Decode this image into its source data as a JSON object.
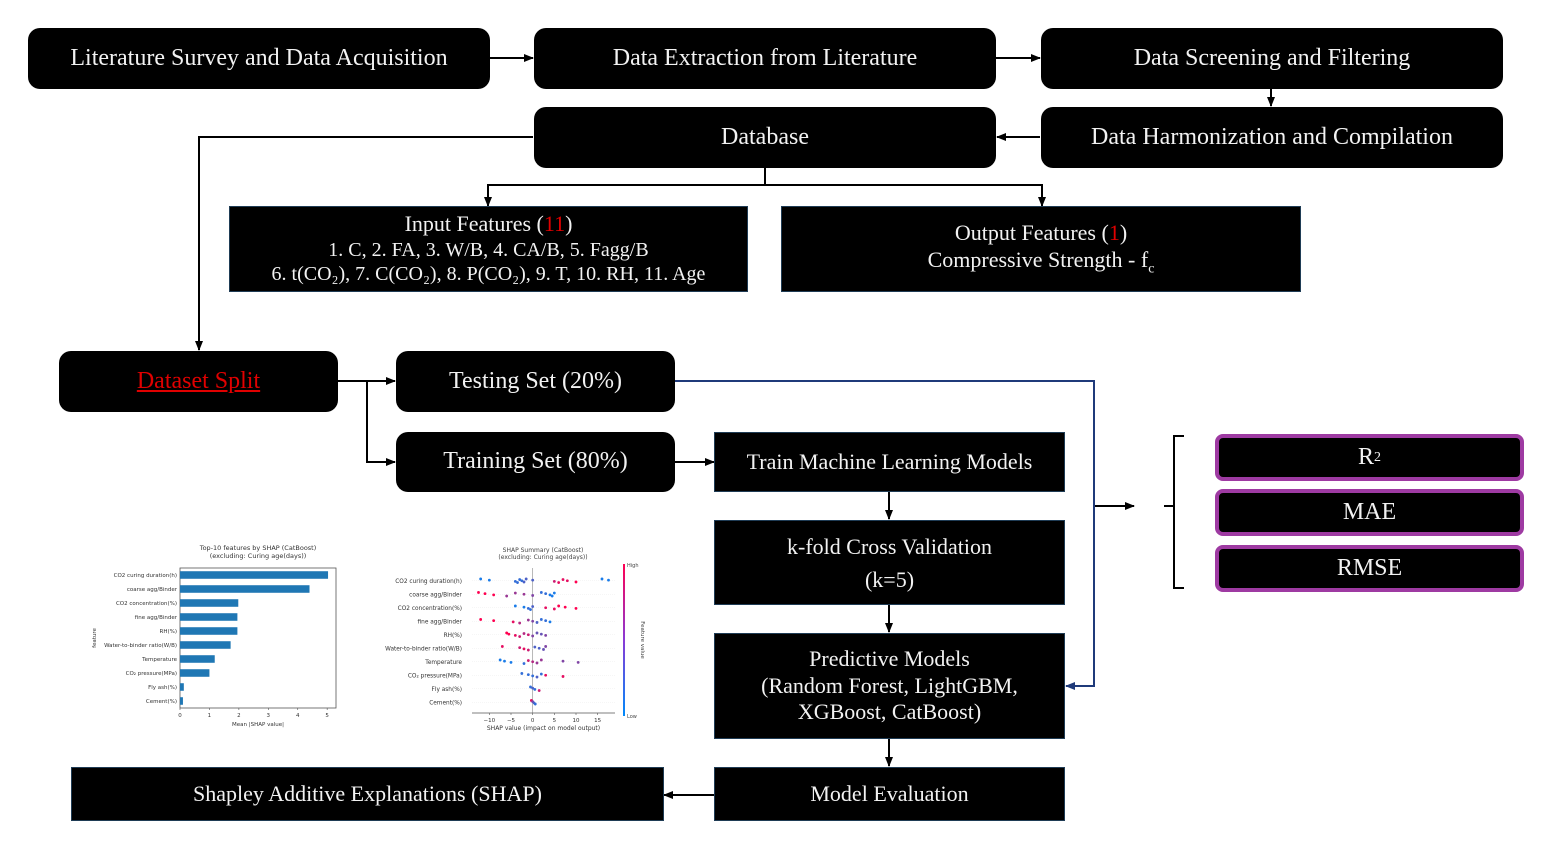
{
  "boxes": {
    "literature": "Literature Survey and Data Acquisition",
    "extraction": "Data Extraction from Literature",
    "screening": "Data Screening and Filtering",
    "database": "Database",
    "harmonization": "Data Harmonization and Compilation",
    "input_features": {
      "title": "Input Features (",
      "count": "11",
      "close": ")",
      "line1": "1. C, 2. FA, 3. W/B, 4. CA/B, 5. Fagg/B",
      "line2": "6. t(CO₂), 7. C(CO₂), 8. P(CO₂), 9. T, 10. RH, 11. Age"
    },
    "output_features": {
      "title": "Output Features (",
      "count": "1",
      "close": ")",
      "line1": "Compressive Strength - f",
      "line1_sub": "c"
    },
    "dataset_split": "Dataset Split",
    "testing_set": "Testing Set (20%)",
    "training_set": "Training Set (80%)",
    "train_models": "Train Machine Learning Models",
    "kfold": {
      "line1": "k-fold Cross Validation",
      "line2": "(k=5)"
    },
    "predictive": {
      "line1": "Predictive Models",
      "line2": "(Random Forest, LightGBM,",
      "line3": "XGBoost, CatBoost)"
    },
    "model_evaluation": "Model Evaluation",
    "shap": "Shapley Additive Explanations (SHAP)"
  },
  "metrics": [
    {
      "label": "R",
      "sup": "2"
    },
    {
      "label": "MAE",
      "sup": ""
    },
    {
      "label": "RMSE",
      "sup": ""
    }
  ],
  "colors": {
    "box_bg": "#000000",
    "box_text": "#f2f2f2",
    "highlight_red": "#e00000",
    "metric_border": "#9e3aa2",
    "test_line": "#1f3a7a",
    "bar_blue": "#1f77b4"
  },
  "chart_data": [
    {
      "type": "bar",
      "orientation": "horizontal",
      "title": "Top-10 features by SHAP (CatBoost)",
      "subtitle": "(excluding: Curing age(days))",
      "xlabel": "Mean |SHAP value|",
      "ylabel": "feature",
      "categories": [
        "CO2 curing duration(h)",
        "coarse agg/Binder",
        "CO2 concentration(%)",
        "fine agg/Binder",
        "RH(%)",
        "Water-to-binder ratio(W/B)",
        "Temperature",
        "CO₂ pressure(MPa)",
        "Fly ash(%)",
        "Cement(%)"
      ],
      "values": [
        5.03,
        4.4,
        1.98,
        1.95,
        1.95,
        1.72,
        1.18,
        1.0,
        0.13,
        0.1
      ],
      "xlim": [
        0,
        5.3
      ],
      "xticks": [
        "0",
        "1",
        "2",
        "3",
        "4",
        "5"
      ]
    },
    {
      "type": "scatter",
      "subtype": "beeswarm",
      "title": "SHAP Summary (CatBoost)",
      "subtitle": "(excluding: Curing age(days))",
      "xlabel": "SHAP value (impact on model output)",
      "colorbar_label": "Feature value",
      "colorbar_high": "High",
      "colorbar_low": "Low",
      "categories": [
        "CO2 curing duration(h)",
        "coarse agg/Binder",
        "CO2 concentration(%)",
        "fine agg/Binder",
        "RH(%)",
        "Water-to-binder ratio(W/B)",
        "Temperature",
        "CO₂ pressure(MPa)",
        "Fly ash(%)",
        "Cement(%)"
      ],
      "xlim": [
        -14,
        19
      ],
      "xticks": [
        "−10",
        "−5",
        "0",
        "5",
        "10",
        "15"
      ],
      "series": [
        {
          "feature": "CO2 curing duration(h)",
          "points": [
            [
              -12,
              0.1
            ],
            [
              -10,
              0.1
            ],
            [
              -4,
              0.2
            ],
            [
              -3.5,
              0.2
            ],
            [
              -3,
              0.2
            ],
            [
              -2.5,
              0.2
            ],
            [
              -2,
              0.3
            ],
            [
              -1.5,
              0.3
            ],
            [
              0,
              0.3
            ],
            [
              5,
              0.8
            ],
            [
              6,
              0.9
            ],
            [
              7,
              0.9
            ],
            [
              8,
              0.9
            ],
            [
              10,
              1
            ],
            [
              16,
              0.1
            ],
            [
              17.5,
              0.1
            ]
          ]
        },
        {
          "feature": "coarse agg/Binder",
          "points": [
            [
              -12.5,
              1
            ],
            [
              -11,
              1
            ],
            [
              -9,
              1
            ],
            [
              -6,
              0.6
            ],
            [
              -4,
              0.6
            ],
            [
              -2,
              0.6
            ],
            [
              0,
              0.5
            ],
            [
              2,
              0.2
            ],
            [
              3,
              0.2
            ],
            [
              4,
              0.1
            ],
            [
              4.5,
              0.1
            ],
            [
              5,
              0.1
            ]
          ]
        },
        {
          "feature": "CO2 concentration(%)",
          "points": [
            [
              -4,
              0.1
            ],
            [
              -2,
              0.1
            ],
            [
              -1,
              0.2
            ],
            [
              -0.5,
              0.2
            ],
            [
              0,
              0.3
            ],
            [
              3,
              0.9
            ],
            [
              5,
              0.9
            ],
            [
              6,
              1
            ],
            [
              7.5,
              1
            ],
            [
              10,
              1
            ]
          ]
        },
        {
          "feature": "fine agg/Binder",
          "points": [
            [
              -12,
              1
            ],
            [
              -9,
              1
            ],
            [
              -4.5,
              0.9
            ],
            [
              -3,
              0.7
            ],
            [
              -1,
              0.6
            ],
            [
              0,
              0.5
            ],
            [
              1,
              0.3
            ],
            [
              2,
              0.2
            ],
            [
              3,
              0.2
            ],
            [
              4,
              0.1
            ]
          ]
        },
        {
          "feature": "RH(%)",
          "points": [
            [
              -6,
              1
            ],
            [
              -5.5,
              1
            ],
            [
              -4,
              0.9
            ],
            [
              -3,
              0.8
            ],
            [
              -2,
              0.7
            ],
            [
              -1,
              0.8
            ],
            [
              0,
              0.5
            ],
            [
              1,
              0.4
            ],
            [
              2,
              0.4
            ],
            [
              3,
              0.5
            ]
          ]
        },
        {
          "feature": "Water-to-binder ratio(W/B)",
          "points": [
            [
              -7,
              0.9
            ],
            [
              -3,
              0.8
            ],
            [
              -2,
              0.9
            ],
            [
              -1,
              0.8
            ],
            [
              0.5,
              0.3
            ],
            [
              1.5,
              0.3
            ],
            [
              2.5,
              0.4
            ],
            [
              3,
              0.5
            ]
          ]
        },
        {
          "feature": "Temperature",
          "points": [
            [
              -7.5,
              0.1
            ],
            [
              -6.5,
              0.1
            ],
            [
              -5,
              0.1
            ],
            [
              -2,
              0.2
            ],
            [
              -1,
              0.8
            ],
            [
              0,
              0.7
            ],
            [
              1,
              0.6
            ],
            [
              2,
              0.6
            ],
            [
              7,
              0.5
            ],
            [
              10.5,
              0.5
            ]
          ]
        },
        {
          "feature": "CO₂ pressure(MPa)",
          "points": [
            [
              -2.5,
              0.2
            ],
            [
              -1,
              0.2
            ],
            [
              0,
              0.2
            ],
            [
              1,
              0.3
            ],
            [
              2,
              0.2
            ],
            [
              3,
              0.9
            ],
            [
              7,
              0.9
            ]
          ]
        },
        {
          "feature": "Fly ash(%)",
          "points": [
            [
              -0.5,
              0.2
            ],
            [
              0,
              0.3
            ],
            [
              0.5,
              0.2
            ],
            [
              1.5,
              0.8
            ]
          ]
        },
        {
          "feature": "Cement(%)",
          "points": [
            [
              -0.3,
              0.9
            ],
            [
              0,
              0.5
            ],
            [
              0.3,
              0.3
            ],
            [
              0.6,
              0.2
            ]
          ]
        }
      ]
    }
  ]
}
